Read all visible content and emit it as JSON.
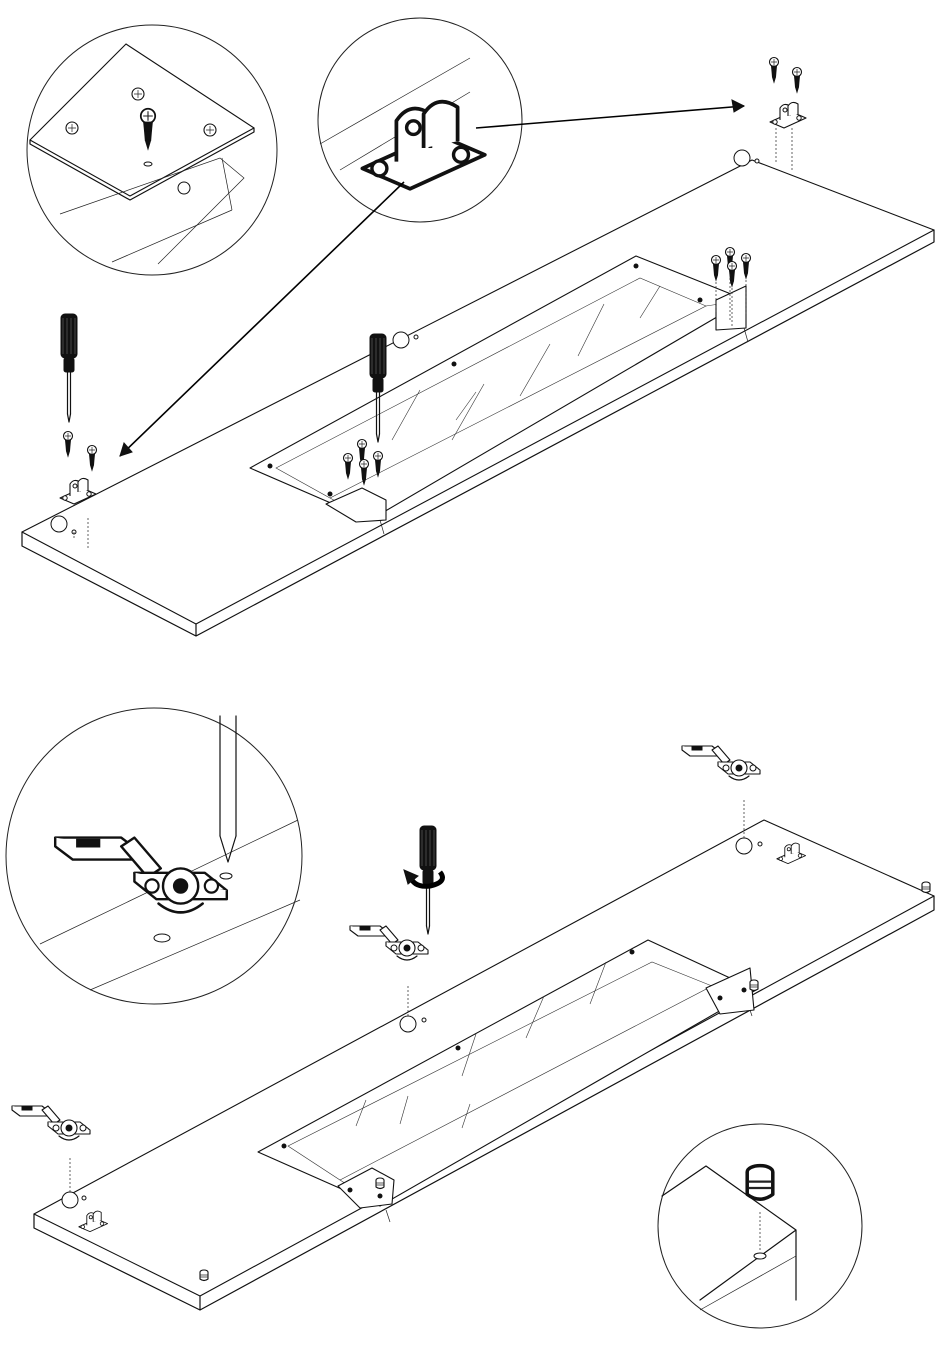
{
  "diagram": {
    "steps": [
      {
        "id": "step-top",
        "parts": [
          "door-panel",
          "glass-insert",
          "glass-retainer-plate",
          "mounting-bracket",
          "screw",
          "screwdriver"
        ],
        "callouts": [
          "bracket-detail",
          "screw-plate-detail"
        ]
      },
      {
        "id": "step-bottom",
        "parts": [
          "door-panel",
          "glass-insert",
          "hinge",
          "bumper-pad",
          "mounting-bracket",
          "screwdriver"
        ],
        "callouts": [
          "hinge-detail",
          "bumper-detail"
        ]
      }
    ],
    "icons": {
      "screwdriver": "screwdriver-icon",
      "screw": "screw-icon",
      "hinge": "hinge-icon",
      "bracket": "bracket-icon",
      "bumper": "bumper-icon",
      "rotate": "rotate-arrow-icon"
    },
    "colors": {
      "line": "#111111",
      "background": "#ffffff"
    }
  }
}
